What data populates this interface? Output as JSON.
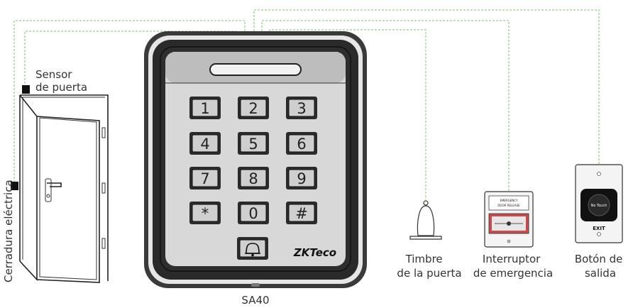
{
  "device": {
    "model_label": "SA40",
    "brand_logo": "ZKTeco",
    "keys": [
      "1",
      "2",
      "3",
      "4",
      "5",
      "6",
      "7",
      "8",
      "9",
      "*",
      "0",
      "#"
    ],
    "bell_key_icon": "bell-icon"
  },
  "door": {
    "sensor_label_line1": "Sensor",
    "sensor_label_line2": "de puerta",
    "lock_label": "Cerradura eléctrica"
  },
  "peripherals": [
    {
      "id": "doorbell",
      "icon": "doorbell-icon",
      "label_line1": "Timbre",
      "label_line2": "de la puerta"
    },
    {
      "id": "emergency",
      "icon": "emergency-switch-icon",
      "label_line1": "Interruptor",
      "label_line2": "de emergencia",
      "device_text_1": "EMERGENCY",
      "device_text_2": "DOOR RELEASE"
    },
    {
      "id": "exit",
      "icon": "exit-button-icon",
      "label_line1": "Botón de",
      "label_line2": "salida",
      "device_text_1": "No Touch",
      "device_text_2": "EXIT"
    }
  ],
  "colors": {
    "wire": "#7cc36a",
    "outline": "#222222",
    "device_body": "#d9d9d9",
    "panel": "#2b2b2b"
  }
}
